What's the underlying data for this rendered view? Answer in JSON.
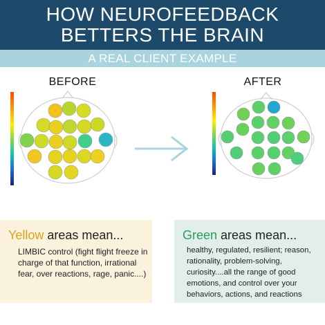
{
  "header": {
    "title_line1": "HOW NEUROFEEDBACK",
    "title_line2": "BETTERS THE BRAIN",
    "subtitle": "A REAL CLIENT EXAMPLE"
  },
  "maps": {
    "before_label": "BEFORE",
    "after_label": "AFTER"
  },
  "yellow_box": {
    "keyword": "Yellow",
    "title_rest": " areas mean...",
    "body": "LIMBIC control (fight flight freeze in charge of that function, irrational fear, over reactions, rage, panic....)"
  },
  "green_box": {
    "keyword": "Green",
    "title_rest": " areas mean...",
    "body": "healthy, regulated, resilient; reason, rationality, problem-solving, curiosity....all the range of good emotions, and control over your behaviors, actions, and reactions"
  },
  "colors": {
    "header_bg": "#1d4a6a",
    "subbar_bg": "#a8d3df",
    "yellow_box_bg": "#fbf2dd",
    "green_box_bg": "#e1eeea",
    "yellow_text": "#d9a21b",
    "green_text": "#2e9b5b",
    "arrow": "#a8d3df"
  },
  "icons": {
    "arrow": "right-arrow-icon"
  }
}
